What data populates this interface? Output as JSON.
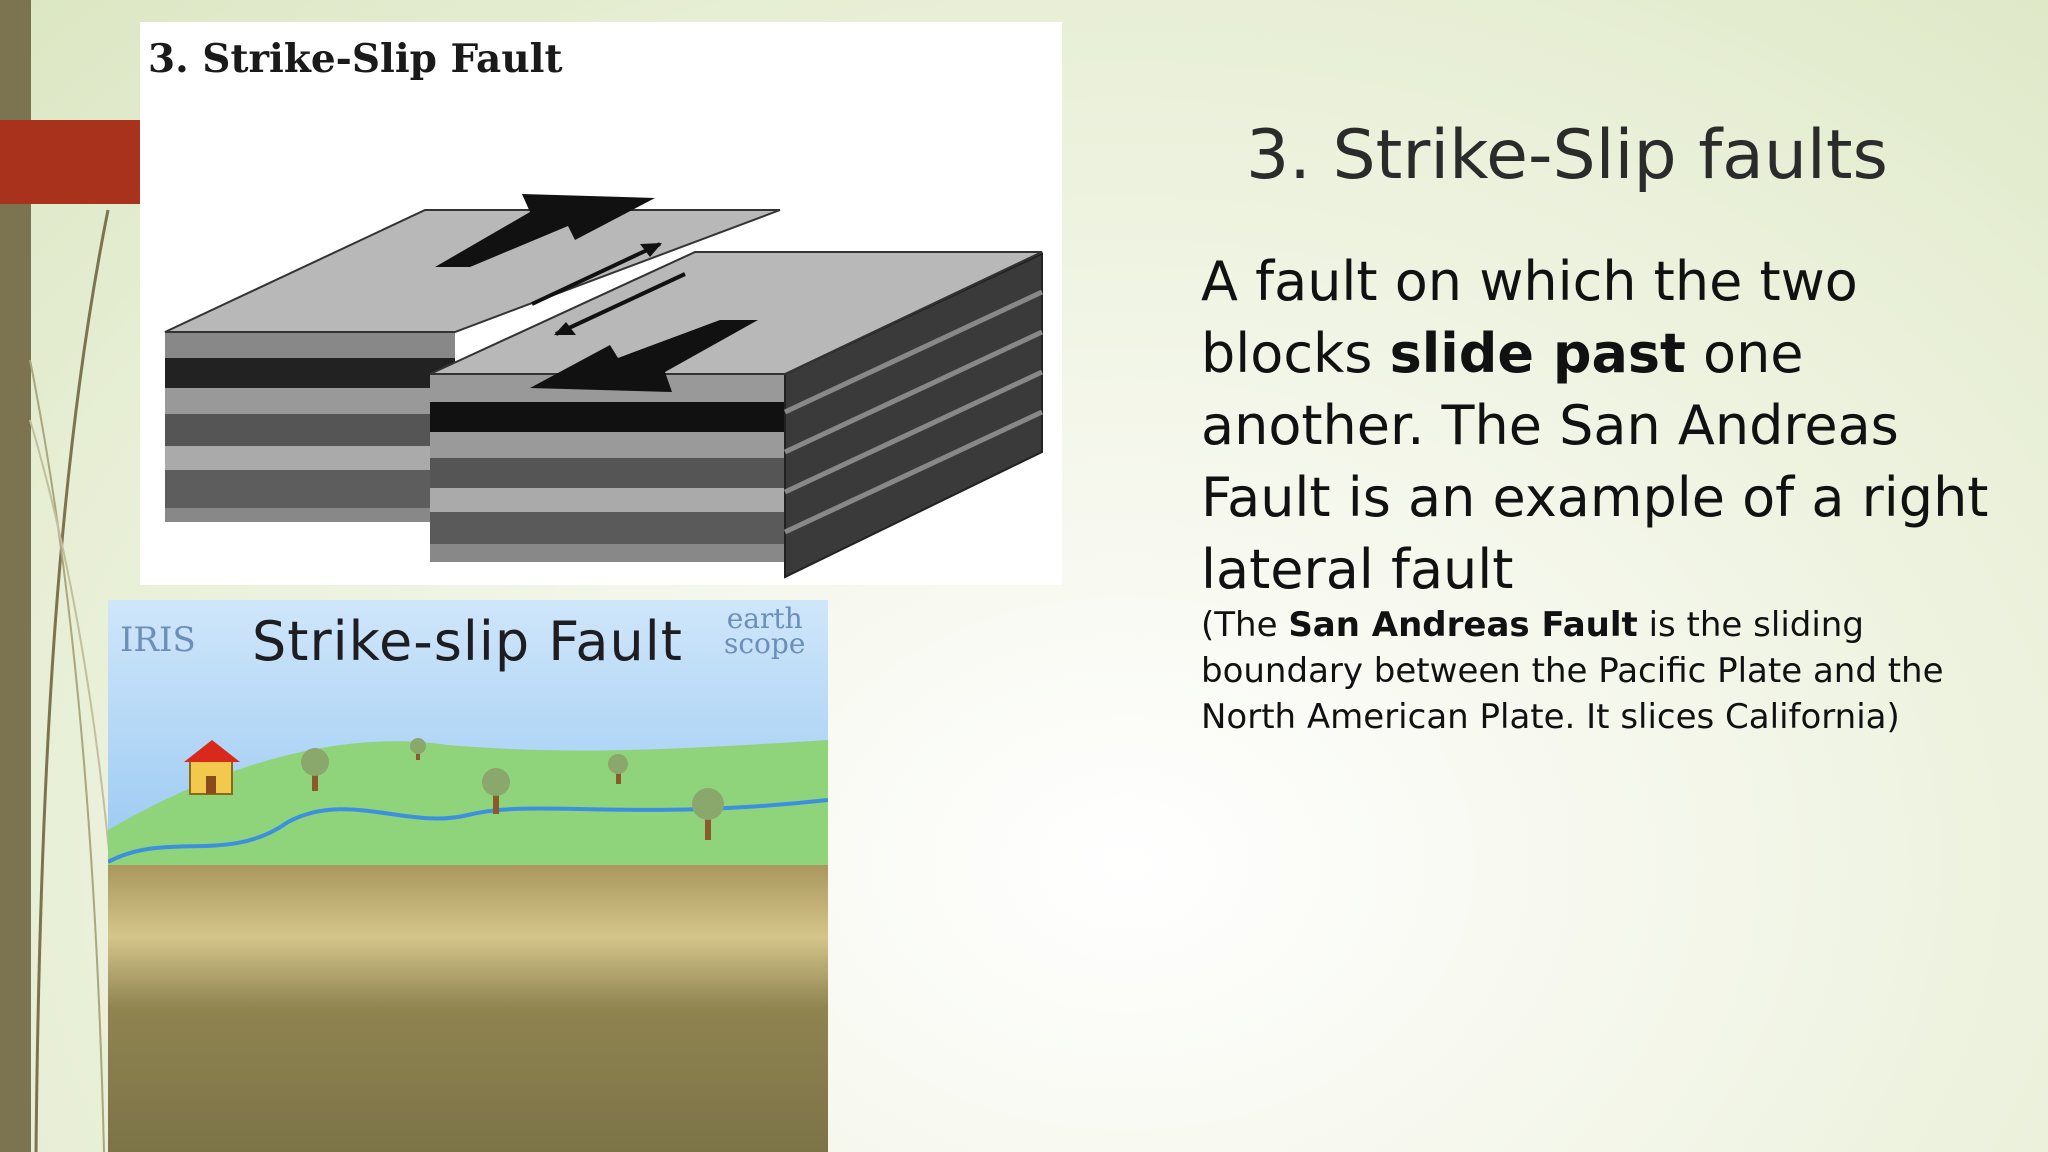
{
  "slide": {
    "title": "3. Strike-Slip faults",
    "body": {
      "part1": "A fault on which the two blocks ",
      "emphasis": "slide past",
      "part2": " one another. The San Andreas Fault is an example of a right lateral fault"
    },
    "note": {
      "part1": "(The ",
      "emphasis": "San Andreas Fault",
      "part2": " is the sliding boundary between the Pacific Plate and the North American Plate. It slices California)"
    }
  },
  "diagram_top": {
    "caption": "3. Strike-Slip Fault"
  },
  "diagram_bottom": {
    "title": "Strike-slip Fault",
    "logo_left": "IRIS",
    "logo_right_line1": "earth",
    "logo_right_line2": "scope"
  },
  "colors": {
    "left_bar": "#7c7351",
    "accent_tab": "#a8321b",
    "sky": "#8fc4ee",
    "grass": "#8fd47a",
    "soil": "#b9a56a"
  }
}
